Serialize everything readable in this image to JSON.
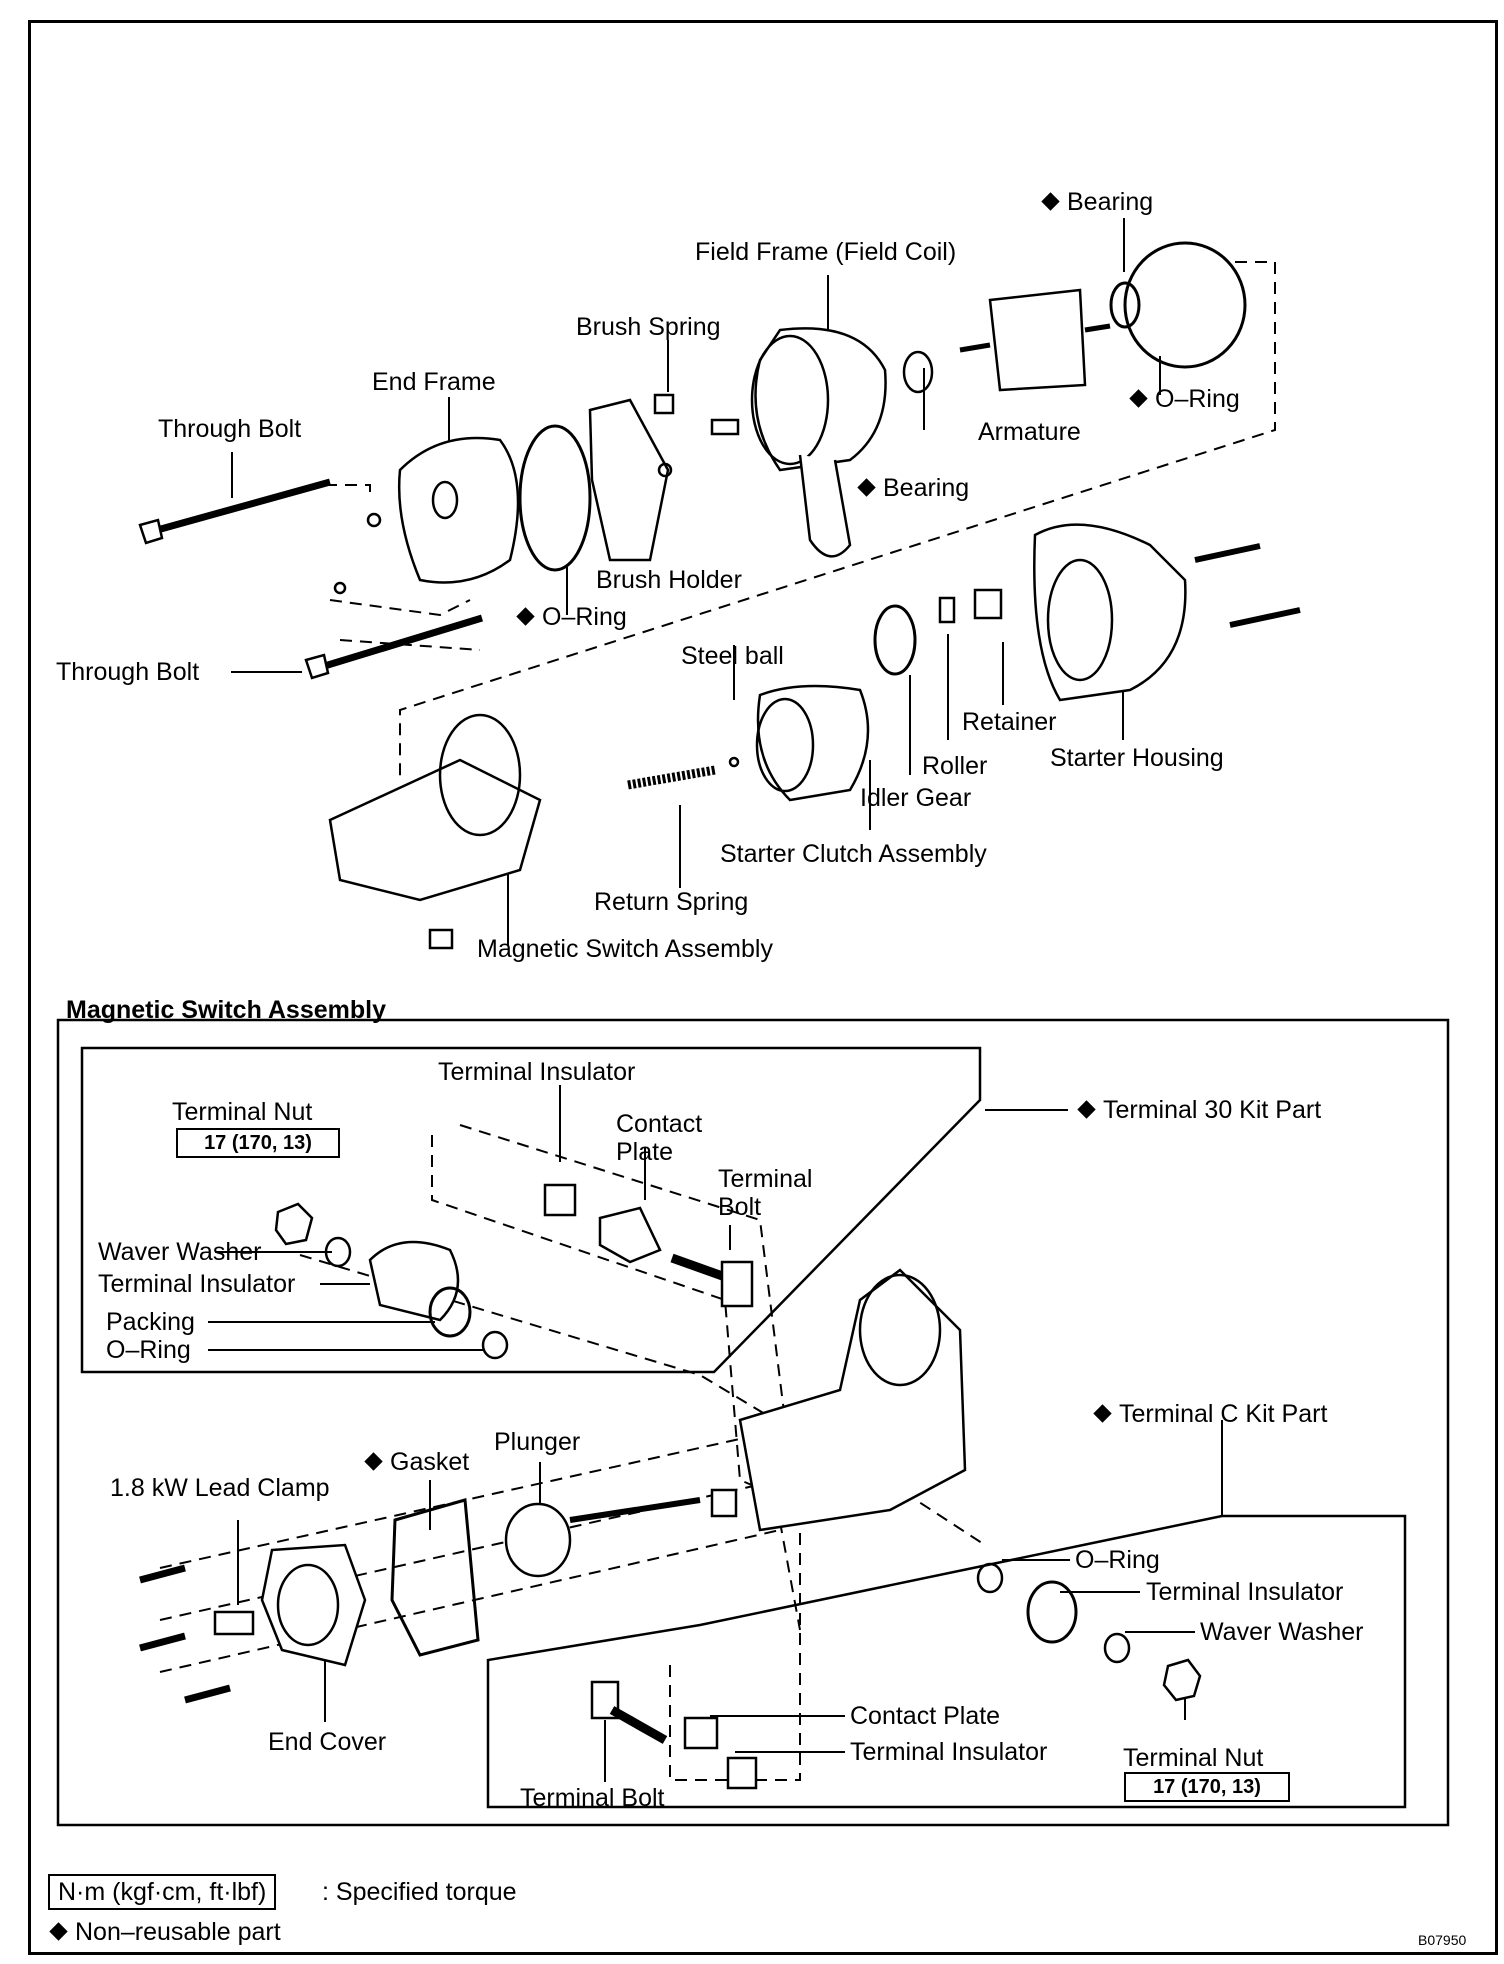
{
  "parts": {
    "bearing_top": "Bearing",
    "field_frame": "Field Frame (Field Coil)",
    "brush_spring": "Brush Spring",
    "end_frame": "End Frame",
    "through_bolt_top": "Through Bolt",
    "o_ring_right": "O–Ring",
    "armature": "Armature",
    "bearing_mid": "Bearing",
    "brush_holder": "Brush Holder",
    "o_ring_mid": "O–Ring",
    "through_bolt_bottom": "Through Bolt",
    "steel_ball": "Steel ball",
    "retainer": "Retainer",
    "starter_housing": "Starter Housing",
    "roller": "Roller",
    "idler_gear": "Idler Gear",
    "starter_clutch": "Starter Clutch Assembly",
    "return_spring": "Return Spring",
    "magnetic_switch": "Magnetic Switch Assembly"
  },
  "inset": {
    "title": "Magnetic Switch Assembly",
    "terminal_insulator_top": "Terminal Insulator",
    "terminal_nut_top": "Terminal Nut",
    "torque_top": "17 (170, 13)",
    "contact_plate_top_1": "Contact",
    "contact_plate_top_2": "Plate",
    "terminal_bolt_top_1": "Terminal",
    "terminal_bolt_top_2": "Bolt",
    "terminal30": "Terminal 30 Kit Part",
    "waver_washer_left": "Waver Washer",
    "terminal_insulator_left": "Terminal Insulator",
    "packing": "Packing",
    "o_ring_left": "O–Ring",
    "terminal_c": "Terminal C Kit Part",
    "plunger": "Plunger",
    "gasket": "Gasket",
    "lead_clamp": "1.8 kW Lead Clamp",
    "o_ring_c": "O–Ring",
    "terminal_insulator_c": "Terminal Insulator",
    "waver_washer_c": "Waver Washer",
    "contact_plate_c": "Contact Plate",
    "terminal_insulator_c2": "Terminal Insulator",
    "end_cover": "End Cover",
    "terminal_bolt_c": "Terminal Bolt",
    "terminal_nut_c": "Terminal Nut",
    "torque_c": "17 (170, 13)"
  },
  "legend": {
    "unit": "N·m (kgf·cm, ft·lbf)",
    "torque_text": ": Specified torque",
    "non_reusable": "Non–reusable part"
  },
  "figure_code": "B07950"
}
